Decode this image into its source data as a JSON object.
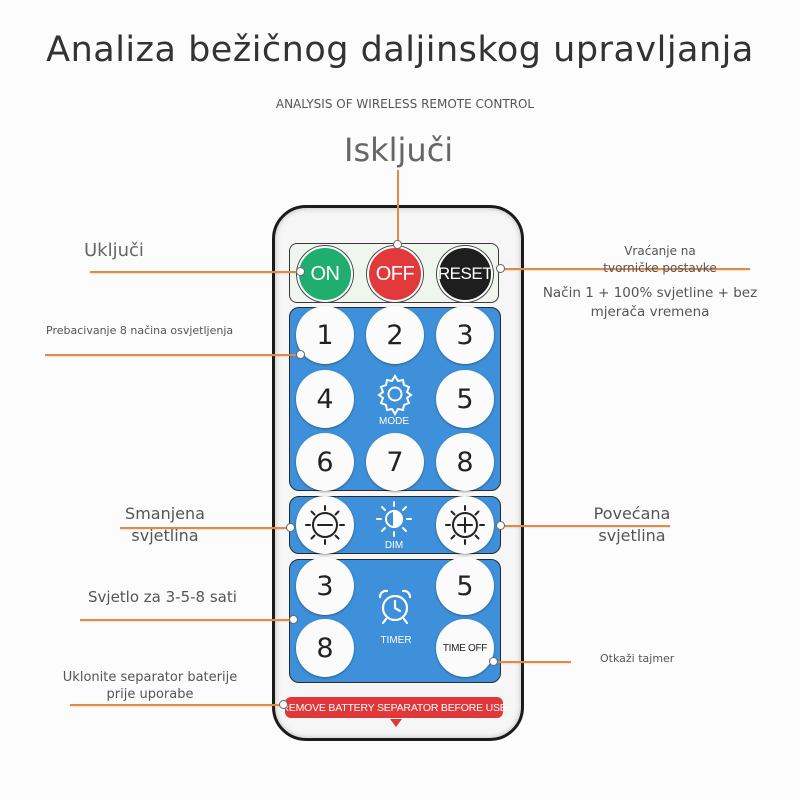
{
  "header": {
    "title": "Analiza bežičnog daljinskog upravljanja",
    "subtitle": "ANALYSIS OF WIRELESS REMOTE CONTROL"
  },
  "callouts": {
    "off": "Isključi",
    "on": "Uključi",
    "reset_1": "Vraćanje na",
    "reset_2": "tvorničke postavke",
    "reset_desc_1": "Način 1 + 100% svjetline + bez",
    "reset_desc_2": "mjerača vremena",
    "modes": "Prebacivanje 8 načina osvjetljenja",
    "dim_down_1": "Smanjena",
    "dim_down_2": "svjetlina",
    "dim_up_1": "Povećana",
    "dim_up_2": "svjetlina",
    "timer": "Svjetlo za 3-5-8 sati",
    "timer_off": "Otkaži tajmer",
    "battery_1": "Uklonite separator baterije",
    "battery_2": "prije uporabe"
  },
  "remote": {
    "top_buttons": {
      "on": "ON",
      "off": "OFF",
      "reset": "RESET"
    },
    "mode_buttons": [
      "1",
      "2",
      "3",
      "4",
      "5",
      "6",
      "7",
      "8"
    ],
    "mode_label": "MODE",
    "dim_label": "DIM",
    "timer_buttons": {
      "t3": "3",
      "t5": "5",
      "t8": "8",
      "off": "TIME OFF"
    },
    "timer_label": "TIMER",
    "battery_strip": "REMOVE BATTERY SEPARATOR BEFORE USE"
  },
  "colors": {
    "on": "#1fae6e",
    "off": "#e23a3c",
    "reset": "#1e1e1e",
    "panel_blue": "#3d90d9",
    "leader": "#e08a4a"
  },
  "icons": {
    "mode": "gear-icon",
    "dim": "half-sun-icon",
    "timer": "alarm-clock-icon",
    "dim_down": "sun-minus-icon",
    "dim_up": "sun-plus-icon"
  }
}
